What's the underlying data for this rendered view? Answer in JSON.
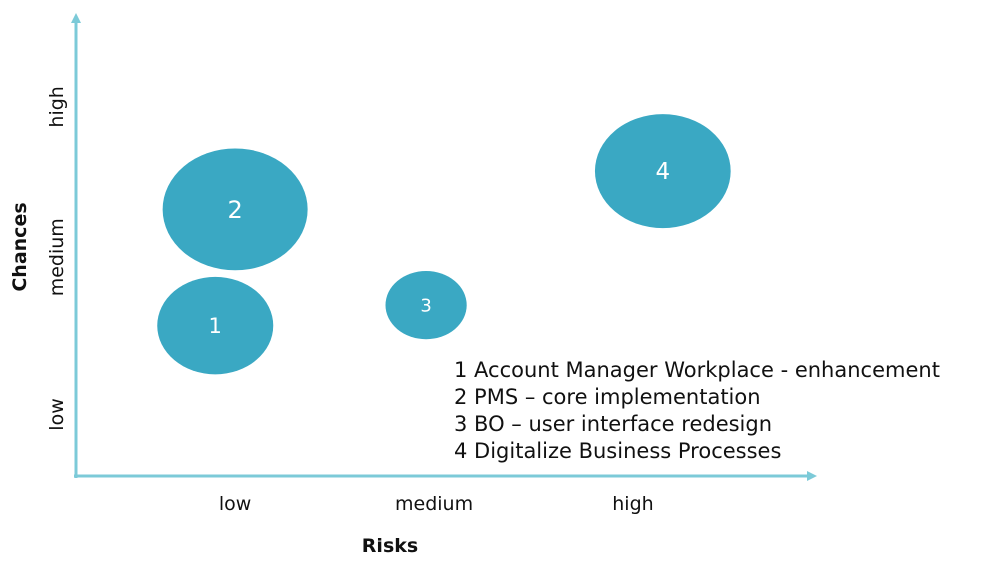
{
  "colors": {
    "axis": "#7ccad8",
    "bubble": "#3aa8c3",
    "bubble_text": "#ffffff",
    "text": "#111111"
  },
  "chart_data": {
    "type": "scatter",
    "variant": "bubble",
    "xlabel": "Risks",
    "ylabel": "Chances",
    "x_categories": [
      "low",
      "medium",
      "high"
    ],
    "y_categories": [
      "low",
      "medium",
      "high"
    ],
    "xlim": [
      0.2,
      3.9
    ],
    "ylim": [
      0.55,
      3.9
    ],
    "grid": false,
    "legend": "bottom-right",
    "points": [
      {
        "label": "1",
        "x": 0.9,
        "y": 1.65,
        "size": 1.0
      },
      {
        "label": "2",
        "x": 1.0,
        "y": 2.5,
        "size": 1.25
      },
      {
        "label": "3",
        "x": 1.96,
        "y": 1.8,
        "size": 0.7
      },
      {
        "label": "4",
        "x": 3.15,
        "y": 2.78,
        "size": 1.17
      }
    ],
    "legend_items": [
      "1 Account Manager Workplace - enhancement",
      "2 PMS – core implementation",
      "3 BO – user interface redesign",
      "4 Digitalize Business Processes"
    ]
  }
}
